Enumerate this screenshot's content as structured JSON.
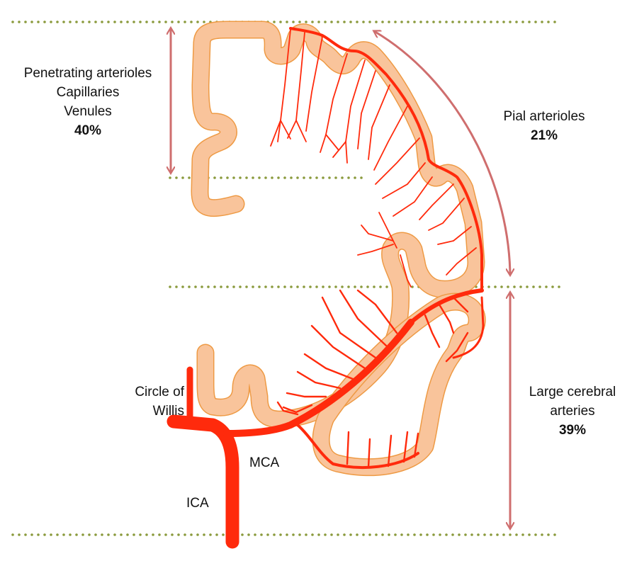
{
  "regions": {
    "penetrating": {
      "lines": [
        "Penetrating arterioles",
        "Capillaries",
        "Venules"
      ],
      "percent": "40%"
    },
    "pial": {
      "lines": [
        "Pial arterioles"
      ],
      "percent": "21%"
    },
    "large": {
      "lines": [
        "Large cerebral",
        "arteries"
      ],
      "percent": "39%"
    }
  },
  "vessels": {
    "circle": [
      "Circle of",
      "Willis"
    ],
    "mca": "MCA",
    "ica": "ICA"
  },
  "colors": {
    "artery": "#ff2a0c",
    "cortex": "#f9c49b",
    "cortex_edge": "#ee9a44",
    "arrow": "#cf6e6e",
    "divider": "#8a9a3c"
  }
}
